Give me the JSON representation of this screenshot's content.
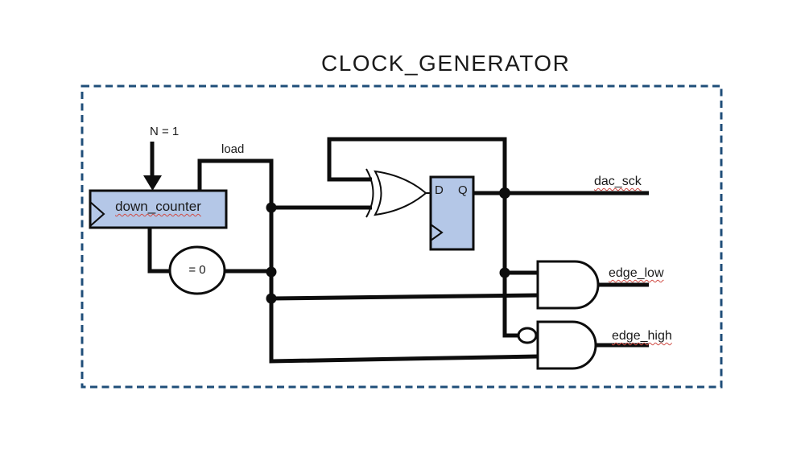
{
  "title": "CLOCK_GENERATOR",
  "labels": {
    "n_param": "N = 1",
    "load_signal": "load",
    "counter": "down_counter",
    "comparator": "= 0",
    "flipflop_d": "D",
    "flipflop_q": "Q"
  },
  "outputs": {
    "dac_sck": "dac_sck",
    "edge_low": "edge_low",
    "edge_high": "edge_high"
  },
  "colors": {
    "ink": "#0d0d0d",
    "boxfill": "#b4c7e7",
    "borderblue": "#1f4e79",
    "squiggle": "#d04a43",
    "text": "#1a1a1a"
  }
}
